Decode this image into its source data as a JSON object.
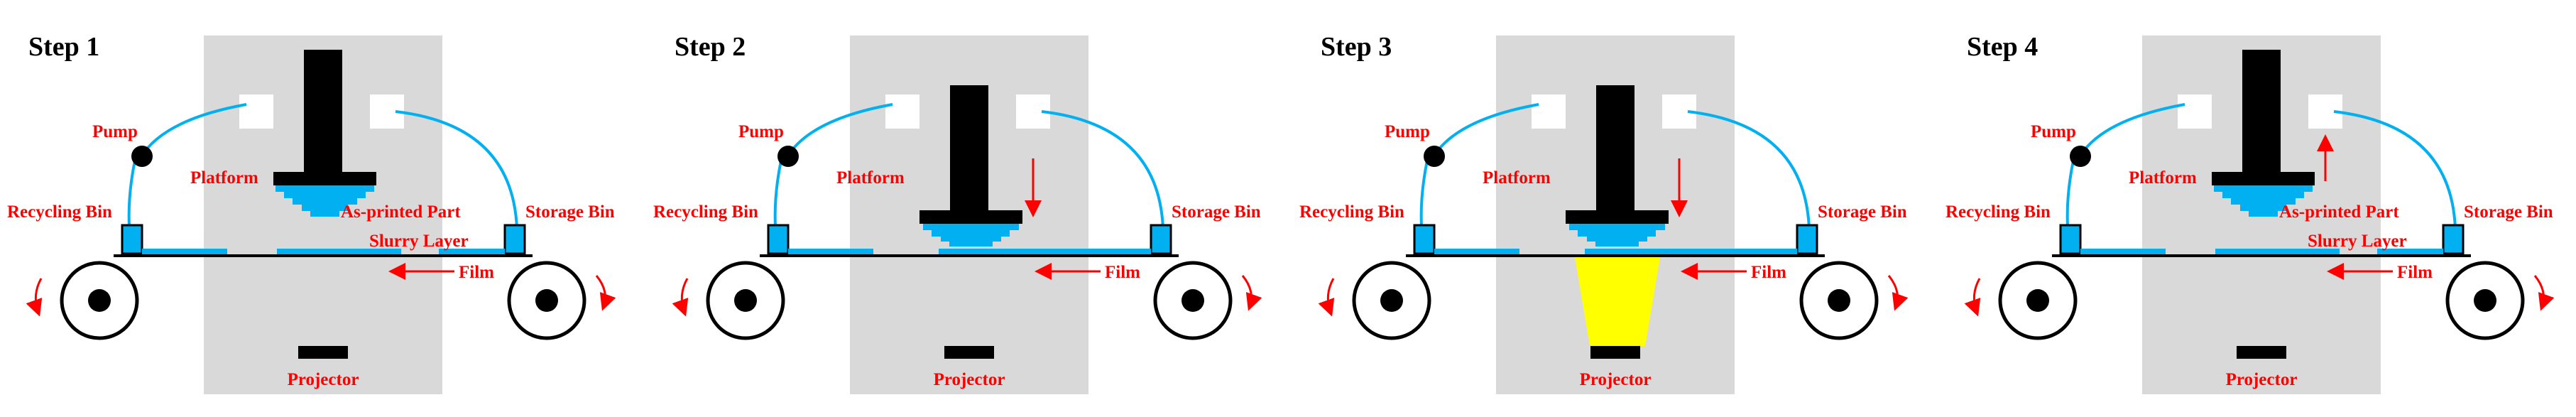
{
  "colors": {
    "label_red": "#ff0000",
    "tube_blue": "#00b0f0",
    "slurry_blue": "#00b0f0",
    "chamber_gray": "#d9d9d9",
    "light_yellow": "#ffff00",
    "black": "#000000"
  },
  "steps": [
    {
      "title": "Step 1",
      "labels": {
        "pump": "Pump",
        "platform": "Platform",
        "as_printed_part": "As-printed Part",
        "recycling_bin": "Recycling Bin",
        "storage_bin": "Storage Bin",
        "slurry_layer": "Slurry Layer",
        "film": "Film",
        "projector": "Projector"
      },
      "platform_position": "up",
      "platform_motion": "none",
      "projector_on": false
    },
    {
      "title": "Step 2",
      "labels": {
        "pump": "Pump",
        "platform": "Platform",
        "recycling_bin": "Recycling Bin",
        "storage_bin": "Storage Bin",
        "film": "Film",
        "projector": "Projector"
      },
      "platform_position": "down",
      "platform_motion": "down",
      "projector_on": false
    },
    {
      "title": "Step 3",
      "labels": {
        "pump": "Pump",
        "platform": "Platform",
        "recycling_bin": "Recycling Bin",
        "storage_bin": "Storage Bin",
        "film": "Film",
        "projector": "Projector"
      },
      "platform_position": "down",
      "platform_motion": "down",
      "projector_on": true
    },
    {
      "title": "Step 4",
      "labels": {
        "pump": "Pump",
        "platform": "Platform",
        "as_printed_part": "As-printed Part",
        "recycling_bin": "Recycling Bin",
        "storage_bin": "Storage Bin",
        "slurry_layer": "Slurry Layer",
        "film": "Film",
        "projector": "Projector"
      },
      "platform_position": "up",
      "platform_motion": "up",
      "projector_on": false
    }
  ]
}
